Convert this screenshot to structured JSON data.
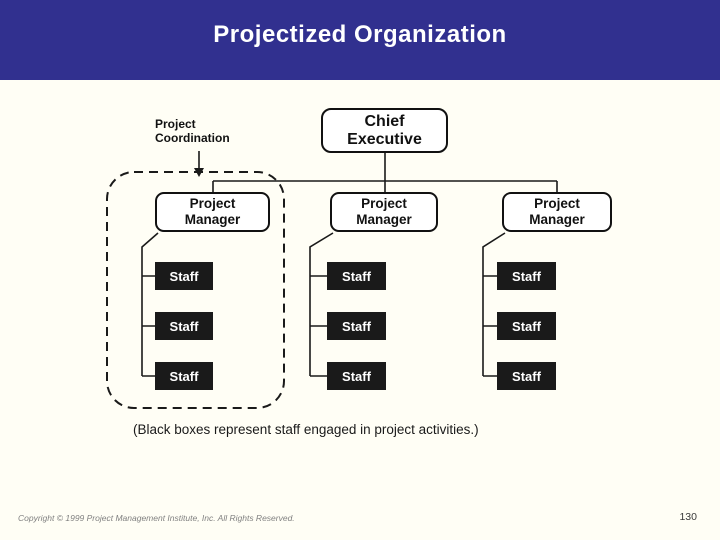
{
  "header": {
    "title": "Projectized Organization"
  },
  "colors": {
    "header_bg": "#31308f",
    "slide_bg": "#fffef5",
    "staff_box": "#1a1a1a",
    "line": "#1a1a1a"
  },
  "diagram": {
    "coordination_label": "Project Coordination",
    "chief_executive": "Chief Executive",
    "columns": [
      {
        "manager": "Project Manager",
        "staff": [
          "Staff",
          "Staff",
          "Staff"
        ],
        "grouped_by_dashed_outline": true
      },
      {
        "manager": "Project Manager",
        "staff": [
          "Staff",
          "Staff",
          "Staff"
        ],
        "grouped_by_dashed_outline": false
      },
      {
        "manager": "Project Manager",
        "staff": [
          "Staff",
          "Staff",
          "Staff"
        ],
        "grouped_by_dashed_outline": false
      }
    ],
    "caption": "(Black boxes represent staff engaged in project activities.)"
  },
  "footer": {
    "copyright": "Copyright © 1999 Project Management Institute, Inc. All Rights Reserved.",
    "page_number": "130"
  }
}
